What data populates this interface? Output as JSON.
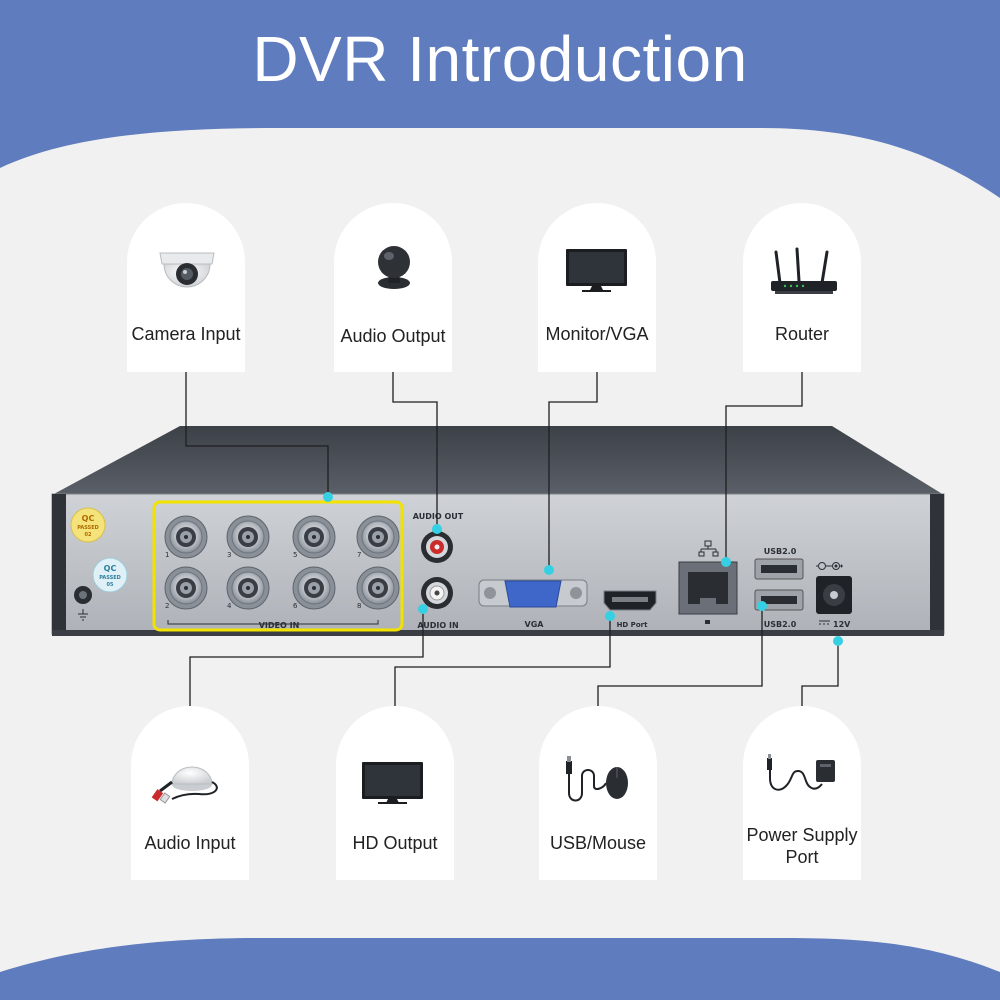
{
  "title": "DVR Introduction",
  "colors": {
    "background": "#5f7cbf",
    "panel": "#f1f1f1",
    "card": "#ffffff",
    "connector_line": "#1f1f1f",
    "connector_dot": "#35d0e3",
    "video_group_outline": "#f2e200",
    "rca_red": "#cc2b2b",
    "vga_blue": "#3f66c9"
  },
  "cards_top": [
    {
      "label": "Camera Input",
      "icon": "dome-camera-icon"
    },
    {
      "label": "Audio Output",
      "icon": "speaker-icon"
    },
    {
      "label": "Monitor/VGA",
      "icon": "monitor-icon"
    },
    {
      "label": "Router",
      "icon": "router-icon"
    }
  ],
  "cards_bottom": [
    {
      "label": "Audio Input",
      "icon": "microphone-icon"
    },
    {
      "label": "HD Output",
      "icon": "tv-icon"
    },
    {
      "label": "USB/Mouse",
      "icon": "usb-mouse-icon"
    },
    {
      "label": "Power Supply Port",
      "icon": "power-adapter-icon"
    }
  ],
  "dvr_panel": {
    "qc_stickers": [
      {
        "line1": "QC",
        "line2": "PASSED",
        "line3": "02"
      },
      {
        "line1": "QC",
        "line2": "PASSED",
        "line3": "05"
      }
    ],
    "video_in_label": "VIDEO IN",
    "channel_numbers": [
      "1",
      "2",
      "3",
      "4",
      "5",
      "6",
      "7",
      "8"
    ],
    "audio_out_label": "AUDIO OUT",
    "audio_in_label": "AUDIO IN",
    "vga_label": "VGA",
    "hd_port_label": "HD Port",
    "usb_label_top": "USB2.0",
    "usb_label_bottom": "USB2.0",
    "power_label": "12V"
  }
}
